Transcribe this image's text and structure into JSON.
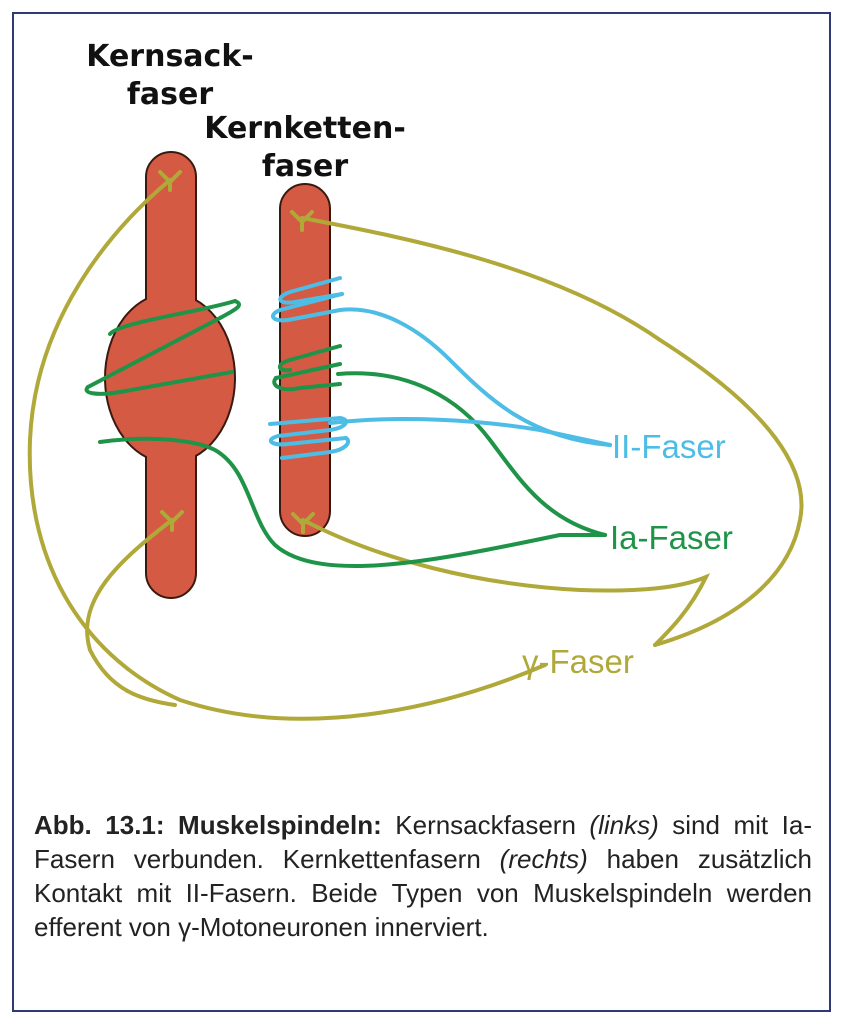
{
  "colors": {
    "frame": "#2f3a75",
    "muscle_fiber": "#d55a43",
    "gamma_fiber": "#b0a93a",
    "ia_fiber": "#1f9448",
    "ii_fiber": "#4dbde6"
  },
  "labels": {
    "kernsack_line1": "Kernsack-",
    "kernsack_line2": "faser",
    "kernketten_line1": "Kernketten-",
    "kernketten_line2": "faser",
    "ii_faser": "II-Faser",
    "ia_faser": "Ia-Faser",
    "gamma_faser": "γ-Faser"
  },
  "caption": {
    "title": "Abb. 13.1: Muskelspindeln:",
    "t1": " Kernsackfasern ",
    "i1": "(links)",
    "t2": " sind mit Ia-Fasern verbunden. Kernkettenfasern ",
    "i2": "(rechts)",
    "t3": " haben zusätzlich Kontakt mit II-Fasern. Beide Typen von Muskelspindeln werden efferent von γ-Motoneuronen innerviert."
  }
}
